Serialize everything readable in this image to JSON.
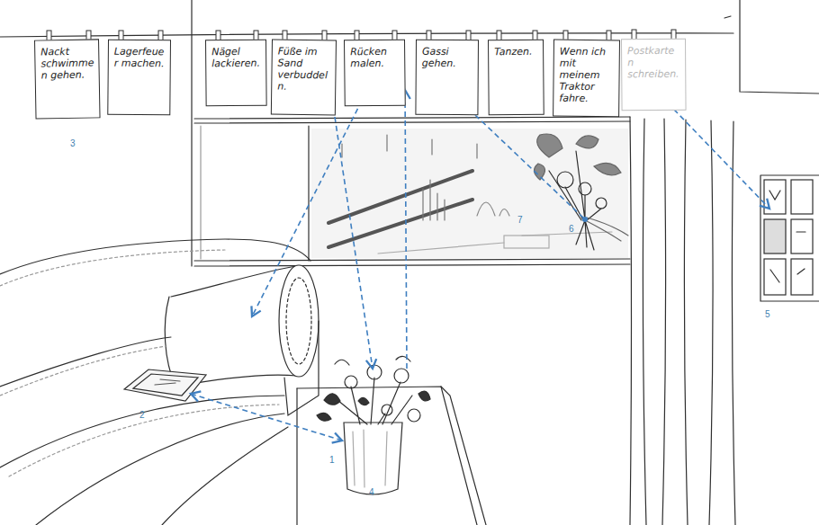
{
  "diagram": {
    "nodes": [
      {
        "text": [
          "Nackt schwimmen gehen."
        ]
      },
      {
        "text": [
          "Lagerfeuer machen."
        ]
      },
      {
        "text": [
          "Nägel lackieren."
        ]
      },
      {
        "text": [
          "Füße im Sand verbuddeln."
        ]
      },
      {
        "text": [
          "Rücken malen."
        ]
      },
      {
        "text": [
          "Gassi gehen."
        ]
      },
      {
        "text": [
          "Tanzen."
        ]
      },
      {
        "text": [
          "Wenn ich mit meinem Traktor fahre."
        ]
      },
      {
        "text": [
          "Postkarten schreiben."
        ]
      }
    ],
    "labels": [
      "3",
      "2",
      "1",
      "4",
      "7",
      "6",
      "5"
    ]
  }
}
